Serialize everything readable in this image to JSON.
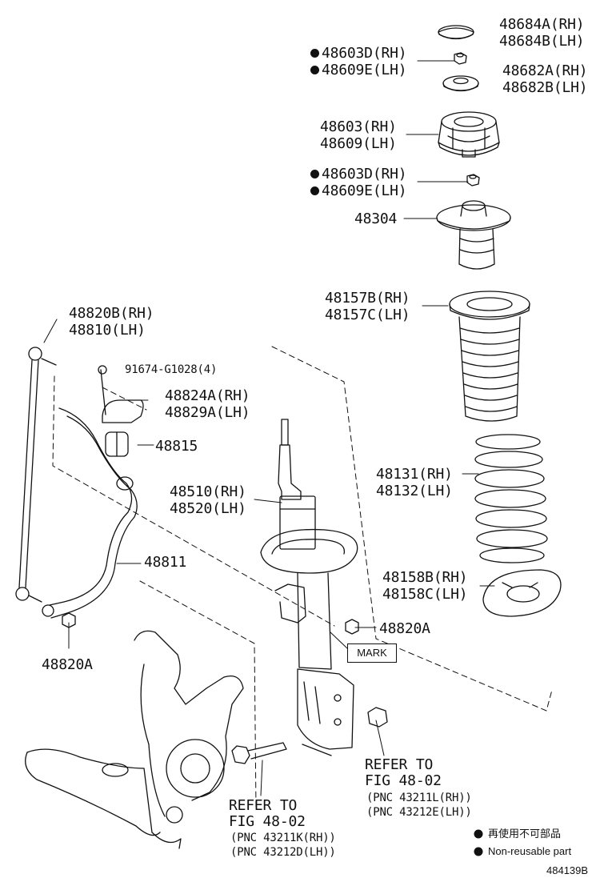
{
  "parts": {
    "p48684": [
      "48684A(RH)",
      "48684B(LH)"
    ],
    "p48603d_top": [
      "48603D(RH)",
      "48609E(LH)"
    ],
    "p48682": [
      "48682A(RH)",
      "48682B(LH)"
    ],
    "p48603": [
      "48603(RH)",
      "48609(LH)"
    ],
    "p48603d_mid": [
      "48603D(RH)",
      "48609E(LH)"
    ],
    "p48304": "48304",
    "p48157": [
      "48157B(RH)",
      "48157C(LH)"
    ],
    "p48820b": [
      "48820B(RH)",
      "48810(LH)"
    ],
    "p91674": "91674-G1028(4)",
    "p48824": [
      "48824A(RH)",
      "48829A(LH)"
    ],
    "p48815": "48815",
    "p48131": [
      "48131(RH)",
      "48132(LH)"
    ],
    "p48510": [
      "48510(RH)",
      "48520(LH)"
    ],
    "p48811": "48811",
    "p48158": [
      "48158B(RH)",
      "48158C(LH)"
    ],
    "p48820a_right": "48820A",
    "p48820a_left": "48820A"
  },
  "mark_label": "MARK",
  "refer_right": {
    "line1": "REFER TO",
    "line2": "FIG 48-02",
    "line3": "(PNC 43211L(RH))",
    "line4": "(PNC 43212E(LH))"
  },
  "refer_left": {
    "line1": "REFER TO",
    "line2": "FIG 48-02",
    "line3": "(PNC 43211K(RH))",
    "line4": "(PNC 43212D(LH))"
  },
  "legend": {
    "japanese": "再使用不可部品",
    "english": "Non-reusable part"
  },
  "figure_id": "484139B",
  "colors": {
    "ink": "#111111",
    "paper": "#ffffff"
  }
}
